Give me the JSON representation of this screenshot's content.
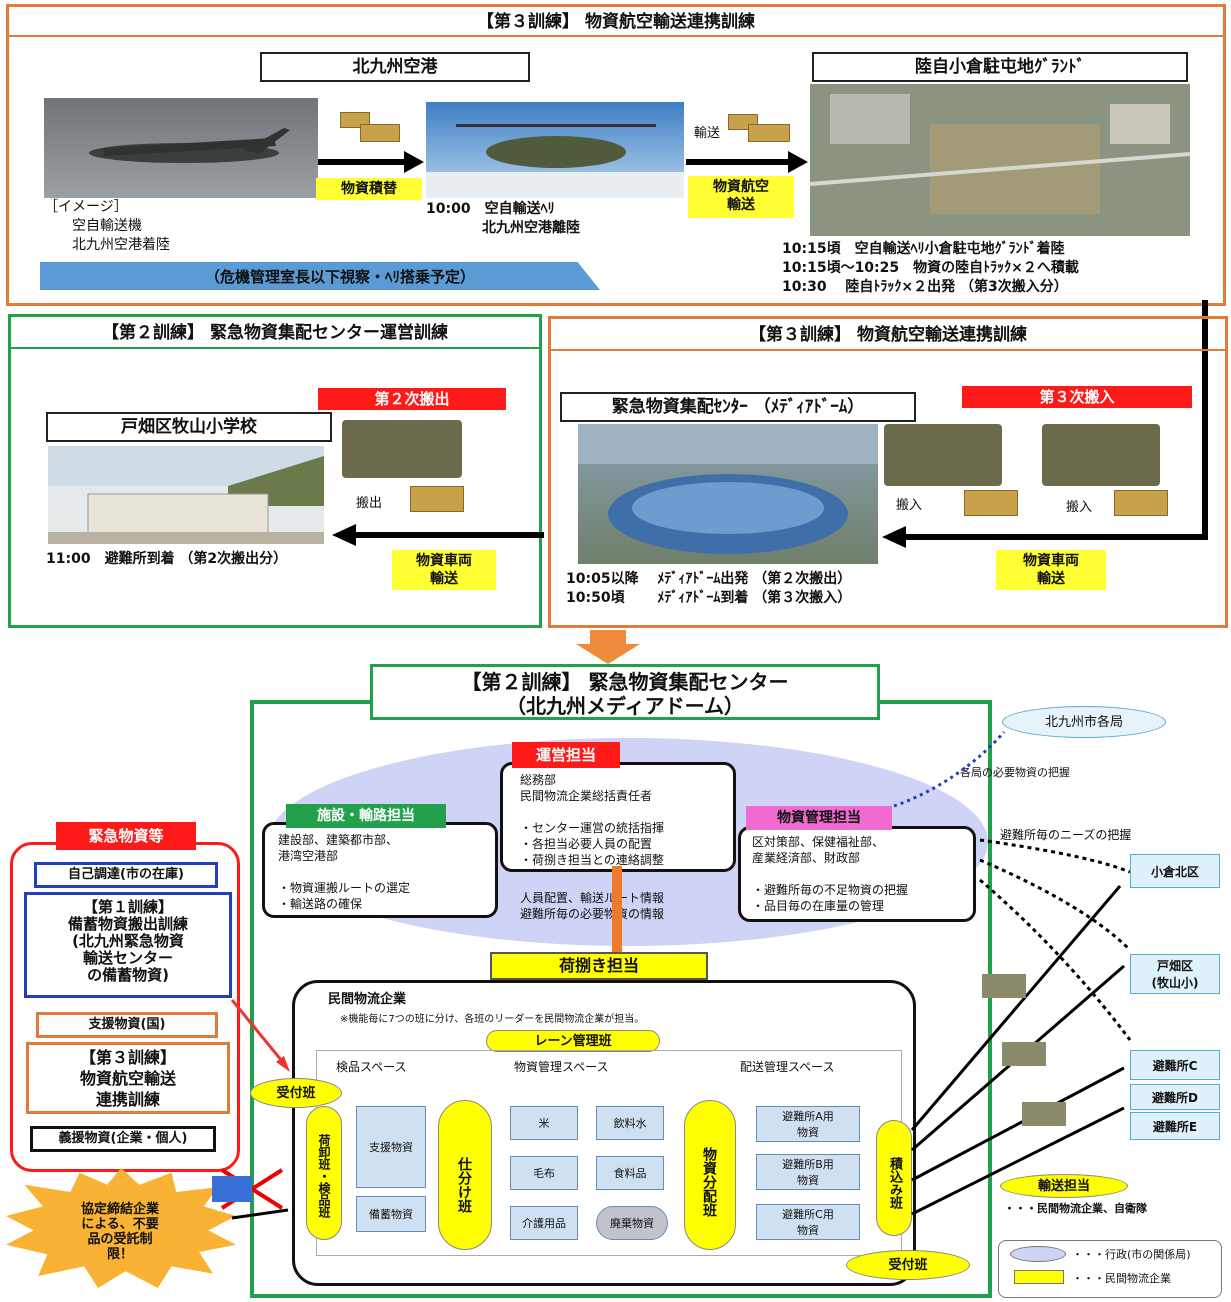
{
  "top": {
    "title": "【第３訓練】 物資航空輸送連携訓練",
    "airport_label": "北九州空港",
    "ground_label": "陸自小倉駐屯地ｸﾞﾗﾝﾄﾞ",
    "plane_caption": "［イメージ］\n　　空自輸送機\n　　北九州空港着陸",
    "heli_caption": "10:00　空自輸送ﾍﾘ\n　　　　北九州空港離陸",
    "transfer_label": "物資積替",
    "transport_small": "輸送",
    "air_transport": "物資航空\n輸送",
    "banner": "（危機管理室長以下視察・ﾍﾘ搭乗予定）",
    "ground_caption": "10:15頃　空自輸送ﾍﾘ小倉駐屯地ｸﾞﾗﾝﾄﾞ着陸\n10:15頃～10:25　物資の陸自ﾄﾗｯｸ×２へ積載\n10:30　 陸自ﾄﾗｯｸ×２出発 （第3次搬入分）"
  },
  "left_mid": {
    "title": "【第２訓練】 緊急物資集配センター運営訓練",
    "school_label": "戸畑区牧山小学校",
    "dispatch2": "第２次搬出",
    "carry_out": "搬出",
    "caption": "11:00　避難所到着 （第2次搬出分）",
    "vehicle": "物資車両\n輸送"
  },
  "right_mid": {
    "title": "【第３訓練】 物資航空輸送連携訓練",
    "center_label": "緊急物資集配ｾﾝﾀｰ （ﾒﾃﾞｨｱﾄﾞｰﾑ）",
    "intake3": "第３次搬入",
    "carry_in": "搬入",
    "caption": "10:05以降　 ﾒﾃﾞｨｱﾄﾞｰﾑ出発 （第２次搬出）\n10:50頃　　 ﾒﾃﾞｨｱﾄﾞｰﾑ到着 （第３次搬入）",
    "vehicle": "物資車両\n輸送"
  },
  "center": {
    "title": "【第２訓練】 緊急物資集配センター\n（北九州メディアドーム）",
    "city_bureaus": "北九州市各局",
    "bureau_note": "各局の必要物資の把握",
    "shelter_note": "避難所毎のニーズの把握",
    "ops_head": "運営担当",
    "ops_body": "総務部\n民間物流企業総括責任者\n\n・センター運営の統括指揮\n・各担当必要人員の配置\n・荷捌き担当との連絡調整",
    "fac_head": "施設・輸路担当",
    "fac_body": "建設部、建築都市部、\n港湾空港部\n\n・物資運搬ルートの選定\n・輸送路の確保",
    "mgmt_head": "物資管理担当",
    "mgmt_body": "区対策部、保健福祉部、\n産業経済部、財政部\n\n・避難所毎の不足物資の把握\n・品目毎の在庫量の管理",
    "info_text": "人員配置、輸送ルート情報\n避難所毎の必要物資の情報",
    "handling_head": "荷捌き担当",
    "logistics": "民間物流企業",
    "logistics_note": "※機能毎に7つの班に分け、各班のリーダーを民間物流企業が担当。",
    "lane": "レーン管理班",
    "reception_top": "受付班",
    "reception_bottom": "受付班",
    "inspect_space": "検品スペース",
    "goods_space": "物資管理スペース",
    "delivery_space": "配送管理スペース",
    "unload_team": "荷卸班・検品班",
    "sort_team": "仕分け班",
    "dist_team": "物資分配班",
    "load_team": "積込み班",
    "support_goods": "支援物資",
    "stock_goods": "備蓄物資",
    "rice": "米",
    "water": "飲料水",
    "blanket": "毛布",
    "food": "食料品",
    "care": "介護用品",
    "waste": "廃棄物資",
    "shelterA": "避難所A用\n物資",
    "shelterB": "避難所B用\n物資",
    "shelterC_goods": "避難所C用\n物資"
  },
  "left_list": {
    "head": "緊急物資等",
    "self_procure": "自己調達(市の在庫)",
    "training1": "【第１訓練】\n備蓄物資搬出訓練\n(北九州緊急物資\n輸送センター\nの備蓄物資)",
    "support_nat": "支援物資(国)",
    "training3": "【第３訓練】\n物資航空輸送\n連携訓練",
    "donation": "義援物資(企業・個人)",
    "burst": "協定締結企業\nによる、不要\n品の受託制\n限！"
  },
  "destinations": {
    "kokura": "小倉北区",
    "tobata": "戸畑区\n(牧山小)",
    "shC": "避難所C",
    "shD": "避難所D",
    "shE": "避難所E"
  },
  "legend": {
    "transport_head": "輸送担当",
    "transport_body": "・・・民間物流企業、自衛隊",
    "admin": "・・・行政(市の関係局)",
    "private": "・・・民間物流企業"
  },
  "colors": {
    "orange": "#e07b39",
    "green": "#22a04b",
    "yellow": "#ffff33",
    "red": "#ff1a1a"
  }
}
